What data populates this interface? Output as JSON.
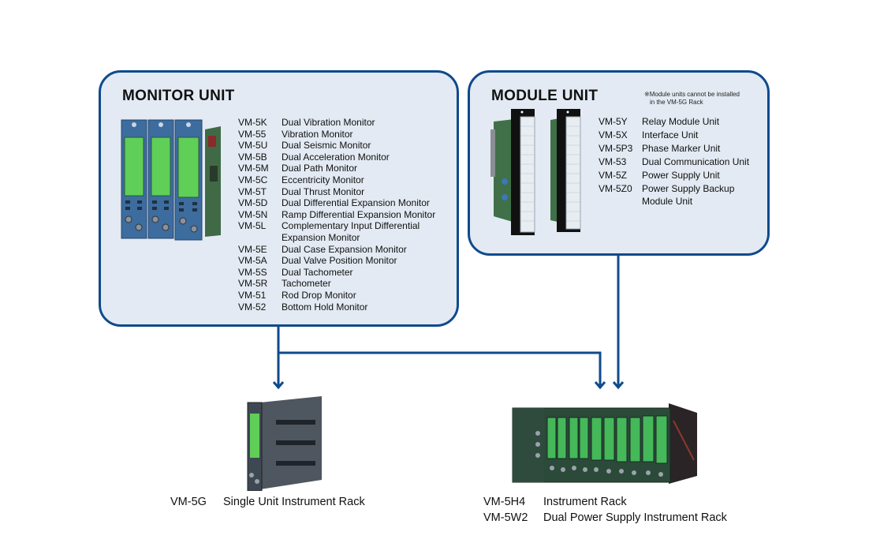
{
  "monitor_unit": {
    "title": "MONITOR UNIT",
    "items": [
      {
        "code": "VM-5K",
        "desc": "Dual Vibration Monitor"
      },
      {
        "code": "VM-55",
        "desc": "Vibration Monitor"
      },
      {
        "code": "VM-5U",
        "desc": "Dual Seismic Monitor"
      },
      {
        "code": "VM-5B",
        "desc": "Dual Acceleration Monitor"
      },
      {
        "code": "VM-5M",
        "desc": "Dual Path Monitor"
      },
      {
        "code": "VM-5C",
        "desc": "Eccentricity Monitor"
      },
      {
        "code": "VM-5T",
        "desc": "Dual Thrust Monitor"
      },
      {
        "code": "VM-5D",
        "desc": "Dual Differential Expansion Monitor"
      },
      {
        "code": "VM-5N",
        "desc": "Ramp Differential Expansion Monitor"
      },
      {
        "code": "VM-5L",
        "desc": "Complementary Input Differential",
        "desc2": "Expansion Monitor"
      },
      {
        "code": "VM-5E",
        "desc": "Dual Case Expansion Monitor"
      },
      {
        "code": "VM-5A",
        "desc": "Dual Valve Position Monitor"
      },
      {
        "code": "VM-5S",
        "desc": "Dual Tachometer"
      },
      {
        "code": "VM-5R",
        "desc": "Tachometer"
      },
      {
        "code": "VM-51",
        "desc": "Rod Drop Monitor"
      },
      {
        "code": "VM-52",
        "desc": "Bottom Hold Monitor"
      }
    ]
  },
  "module_unit": {
    "title": "MODULE UNIT",
    "note_line1": "※Module units cannot be installed",
    "note_line2": "in the VM-5G Rack",
    "items": [
      {
        "code": "VM-5Y",
        "desc": "Relay Module Unit"
      },
      {
        "code": "VM-5X",
        "desc": "Interface Unit"
      },
      {
        "code": "VM-5P3",
        "desc": "Phase Marker Unit"
      },
      {
        "code": "VM-53",
        "desc": "Dual Communication Unit"
      },
      {
        "code": "VM-5Z",
        "desc": "Power Supply Unit"
      },
      {
        "code": "VM-5Z0",
        "desc": "Power Supply Backup",
        "desc2": "Module Unit"
      }
    ]
  },
  "racks": {
    "single": {
      "code": "VM-5G",
      "desc": "Single Unit Instrument Rack"
    },
    "instrument": [
      {
        "code": "VM-5H4",
        "desc": "Instrument Rack"
      },
      {
        "code": "VM-5W2",
        "desc": "Dual Power Supply Instrument Rack"
      }
    ]
  },
  "colors": {
    "panel_border": "#0f4a8c",
    "panel_fill": "#e3eaf3",
    "connector": "#0f4a8c",
    "lcd_green": "#5fd35a",
    "module_blue": "#3a6da8"
  }
}
